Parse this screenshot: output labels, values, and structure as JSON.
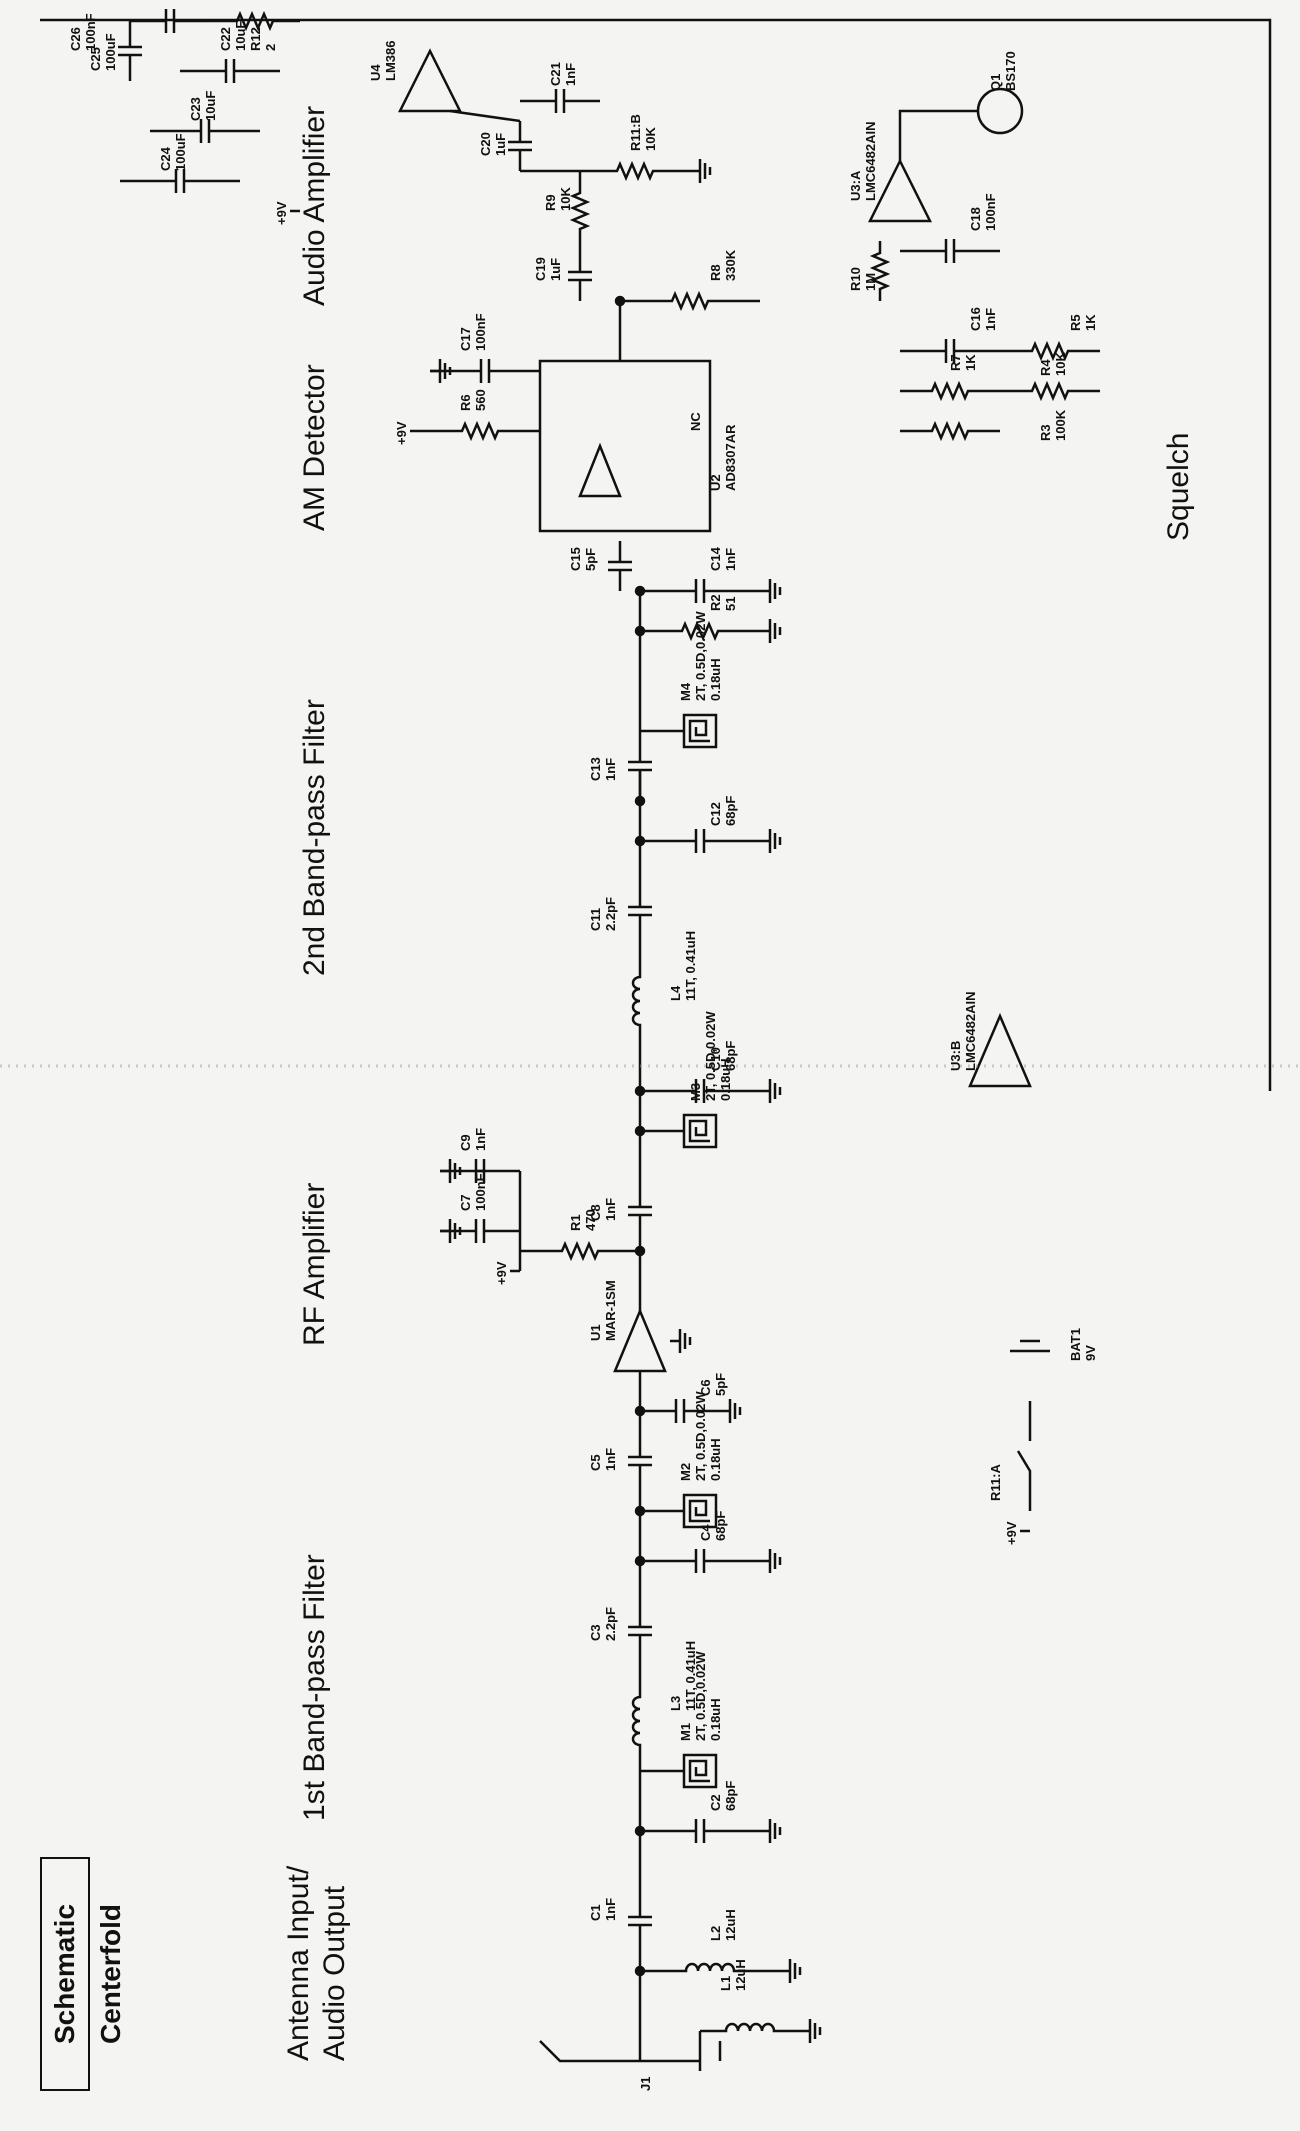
{
  "title": "Schematic Centerfold",
  "sections": {
    "antenna": [
      "Antenna Input/",
      "Audio Output"
    ],
    "bpf1": "1st Band-pass Filter",
    "rfamp": "RF Amplifier",
    "bpf2": "2nd Band-pass Filter",
    "amdet": "AM Detector",
    "audioamp": "Audio Amplifier",
    "squelch": "Squelch"
  },
  "components": {
    "J1": "J1",
    "L1": [
      "L1",
      "12uH"
    ],
    "L2": [
      "L2",
      "12uH"
    ],
    "C1": [
      "C1",
      "1nF"
    ],
    "C2": [
      "C2",
      "68pF"
    ],
    "M1": [
      "M1",
      "2T, 0.5D,0.02W",
      "0.18uH"
    ],
    "L3": [
      "L3",
      "11T, 0.41uH"
    ],
    "C3": [
      "C3",
      "2.2pF"
    ],
    "C4": [
      "C4",
      "68pF"
    ],
    "M2": [
      "M2",
      "2T, 0.5D,0.02W",
      "0.18uH"
    ],
    "C5": [
      "C5",
      "1nF"
    ],
    "C6": [
      "C6",
      "5pF"
    ],
    "U1": [
      "U1",
      "MAR-1SM"
    ],
    "C7": [
      "C7",
      "100nF"
    ],
    "R1": [
      "R1",
      "470"
    ],
    "C8": [
      "C8",
      "1nF"
    ],
    "C9": [
      "C9",
      "1nF"
    ],
    "M3": [
      "M3",
      "2T, 0.5D,0.02W",
      "0.18uH"
    ],
    "C10": [
      "C10",
      "68pF"
    ],
    "L4": [
      "L4",
      "11T, 0.41uH"
    ],
    "C11": [
      "C11",
      "2.2pF"
    ],
    "C12": [
      "C12",
      "68pF"
    ],
    "C13": [
      "C13",
      "1nF"
    ],
    "M4": [
      "M4",
      "2T, 0.5D,0.02W",
      "0.18uH"
    ],
    "R2": [
      "R2",
      "51"
    ],
    "C14": [
      "C14",
      "1nF"
    ],
    "C15": [
      "C15",
      "5pF"
    ],
    "U2": [
      "U2",
      "AD8307AR"
    ],
    "R6": [
      "R6",
      "560"
    ],
    "C17": [
      "C17",
      "100nF"
    ],
    "R8": [
      "R8",
      "330K"
    ],
    "C19": [
      "C19",
      "1uF"
    ],
    "R9": [
      "R9",
      "10K"
    ],
    "R11B": [
      "R11:B",
      "10K"
    ],
    "C20": [
      "C20",
      "1uF"
    ],
    "C21": [
      "C21",
      "1nF"
    ],
    "U4": [
      "U4",
      "LM386"
    ],
    "C22": [
      "C22",
      "10uF"
    ],
    "C23": [
      "C23",
      "10uF"
    ],
    "C24": [
      "C24",
      "100uF"
    ],
    "C25": [
      "C25",
      "100uF"
    ],
    "C26": [
      "C26",
      "100nF"
    ],
    "R12": [
      "R12",
      "2"
    ],
    "Q1": [
      "Q1",
      "BS170"
    ],
    "U3A": [
      "U3:A",
      "LMC6482AIN"
    ],
    "U3B": [
      "U3:B",
      "LMC6482AIN"
    ],
    "R10": [
      "R10",
      "1M"
    ],
    "C18": [
      "C18",
      "100nF"
    ],
    "C16": [
      "C16",
      "1nF"
    ],
    "R7": [
      "R7",
      "1K"
    ],
    "R3": [
      "R3",
      "100K"
    ],
    "R4": [
      "R4",
      "10K"
    ],
    "R5": [
      "R5",
      "1K"
    ],
    "R11A": "R11:A",
    "BAT1": [
      "BAT1",
      "9V"
    ]
  },
  "rails": {
    "vplus": "+9V",
    "nc": "NC"
  }
}
